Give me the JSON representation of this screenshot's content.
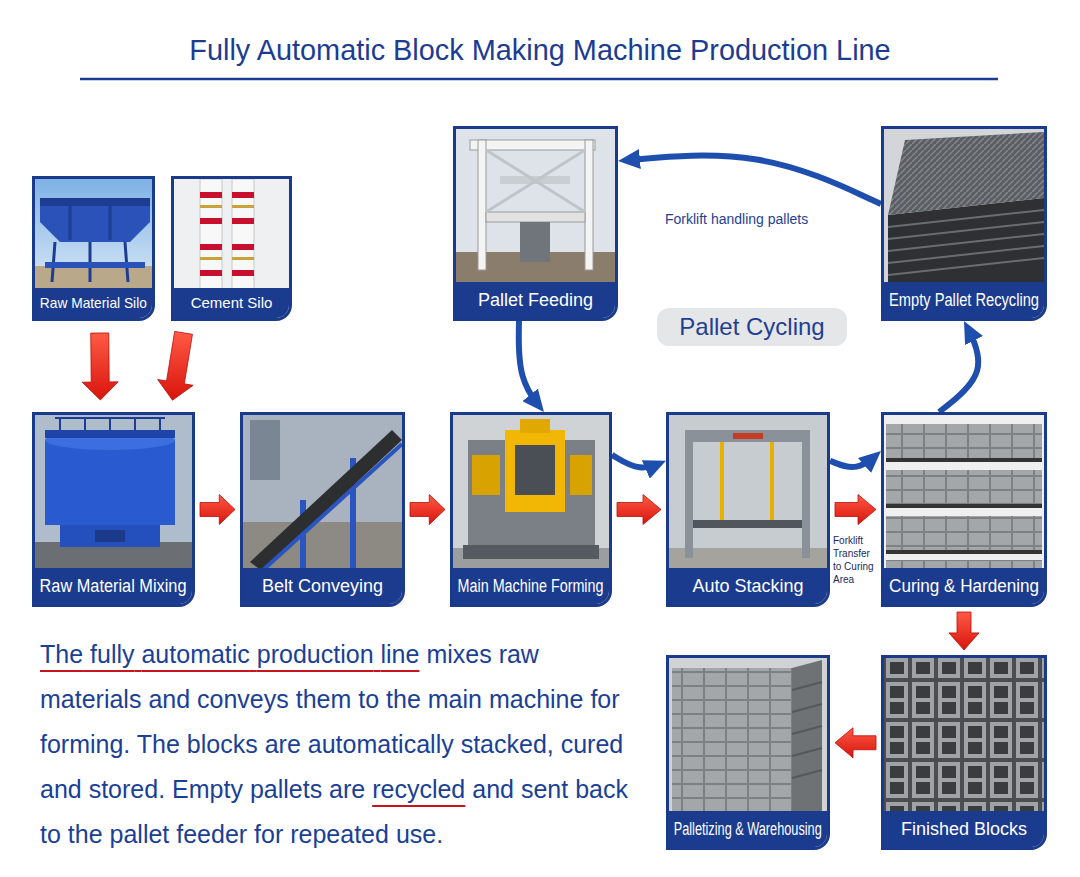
{
  "diagram": {
    "title": "Fully Automatic Block Making Machine Production Line",
    "caption": "The fully automatic production line mixes raw materials and conveys them to the main machine for forming. The blocks are automatically stacked, cured and stored. Empty pallets are recycled and sent back to the pallet feeder for repeated use.",
    "nodes": [
      {
        "text": [
          "Raw Material Silo"
        ]
      },
      {
        "text": [
          "Cement Silo"
        ]
      },
      {
        "text": [
          "Pallet Feeding"
        ]
      },
      {
        "text": [
          "Empty Pallet Recycling"
        ]
      },
      {
        "text": [
          "Pallet Cycling"
        ]
      },
      {
        "text": [
          "Raw Material Mixing"
        ]
      },
      {
        "text": [
          "Belt Conveying"
        ]
      },
      {
        "text": [
          "Main Machine Forming"
        ]
      },
      {
        "text": [
          "Auto Stacking"
        ]
      },
      {
        "text": [
          "Curing & Hardening"
        ]
      },
      {
        "text": [
          "Palletizing & Warehousing"
        ]
      },
      {
        "text": [
          "Finished Blocks"
        ]
      }
    ],
    "edges": [
      {
        "from": 0,
        "to": 5,
        "arrow": "to"
      },
      {
        "from": 1,
        "to": 5,
        "arrow": "to"
      },
      {
        "from": 5,
        "to": 6,
        "arrow": "to"
      },
      {
        "from": 6,
        "to": 7,
        "arrow": "to"
      },
      {
        "from": 2,
        "to": 7,
        "arrow": "to"
      },
      {
        "from": 7,
        "to": 8,
        "arrow": "to"
      },
      {
        "from": 7,
        "to": 8,
        "arrow": "to"
      },
      {
        "from": 8,
        "to": 9,
        "label": "Forklift Transfer to Curing Area",
        "arrow": "to"
      },
      {
        "from": 8,
        "to": 9,
        "arrow": "to"
      },
      {
        "from": 9,
        "to": 3,
        "arrow": "to"
      },
      {
        "from": 3,
        "to": 2,
        "label": "Forklift handling pallets",
        "arrow": "to"
      },
      {
        "from": 9,
        "to": 11,
        "arrow": "to"
      },
      {
        "from": 11,
        "to": 10,
        "arrow": "to"
      }
    ]
  }
}
